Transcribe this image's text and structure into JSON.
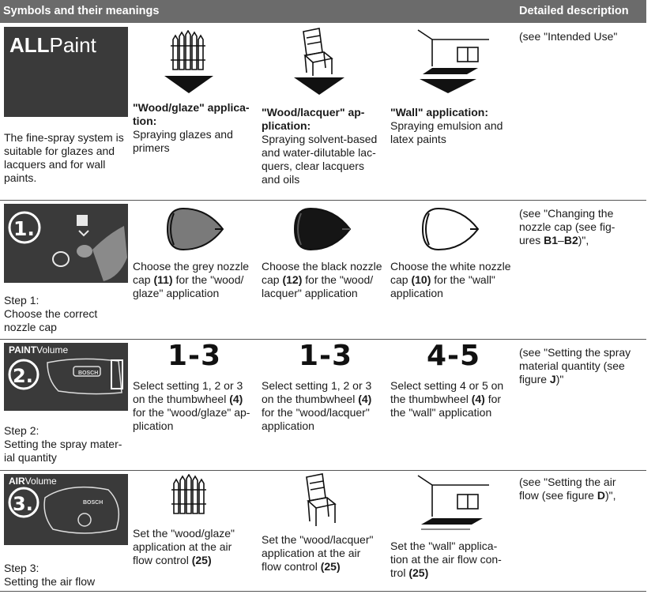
{
  "header": {
    "left": "Symbols and their meanings",
    "right": "Detailed description"
  },
  "row1": {
    "tile_brand_bold": "ALL",
    "tile_brand_light": "Paint",
    "caption": [
      "The fine-spray system is",
      "suitable for glazes and",
      "lacquers and for wall",
      "paints."
    ],
    "col1": {
      "title": [
        "\"Wood/glaze\" applica-",
        "tion:"
      ],
      "body": [
        "Spraying glazes and",
        "primers"
      ]
    },
    "col2": {
      "title": [
        "\"Wood/lacquer\" ap-",
        "plication:"
      ],
      "body": [
        "Spraying solvent-based",
        "and water-dilutable lac-",
        "quers, clear lacquers",
        "and oils"
      ]
    },
    "col3": {
      "title": [
        "\"Wall\" application:"
      ],
      "body": [
        "Spraying emulsion and",
        "latex paints"
      ]
    },
    "desc": [
      "(see \"Intended Use\""
    ]
  },
  "row2": {
    "step_number": "1.",
    "caption": [
      "Step 1:",
      "Choose the correct",
      "nozzle cap"
    ],
    "col1": [
      "Choose the grey nozzle",
      "cap (11) for the \"wood/",
      "glaze\" application"
    ],
    "col2": [
      "Choose the black nozzle",
      "cap (12) for the \"wood/",
      "lacquer\" application"
    ],
    "col3": [
      "Choose the white nozzle",
      "cap (10) for the \"wall\"",
      "application"
    ],
    "desc": [
      "(see \"Changing the",
      "nozzle cap (see fig-",
      "ures B1–B2)\","
    ]
  },
  "row3": {
    "tile_label_bold": "PAINT",
    "tile_label_light": "Volume",
    "step_number": "2.",
    "tool_brand": "BOSCH",
    "caption": [
      "Step 2:",
      "Setting the spray mater-",
      "ial quantity"
    ],
    "settings": [
      "1-3",
      "1-3",
      "4-5"
    ],
    "col1": [
      "Select setting 1, 2 or 3",
      "on the thumbwheel (4)",
      "for the \"wood/glaze\" ap-",
      "plication"
    ],
    "col2": [
      "Select setting 1, 2 or 3",
      "on the thumbwheel (4)",
      "for the \"wood/lacquer\"",
      "application"
    ],
    "col3": [
      "Select setting 4 or 5 on",
      "the thumbwheel (4) for",
      "the \"wall\" application"
    ],
    "desc": [
      "(see \"Setting the spray",
      "material quantity (see",
      "figure J)\""
    ]
  },
  "row4": {
    "tile_label_bold": "AIR",
    "tile_label_light": "Volume",
    "step_number": "3.",
    "tool_brand": "BOSCH",
    "caption": [
      "Step 3:",
      "Setting the air flow"
    ],
    "col1": [
      "Set the \"wood/glaze\"",
      "application at the air",
      "flow control (25)"
    ],
    "col2": [
      "Set the \"wood/lacquer\"",
      "application at the air",
      "flow control (25)"
    ],
    "col3": [
      "Set the \"wall\" applica-",
      "tion at the air flow con-",
      "trol (25)"
    ],
    "desc": [
      "(see \"Setting the air",
      "flow (see figure D)\","
    ]
  }
}
